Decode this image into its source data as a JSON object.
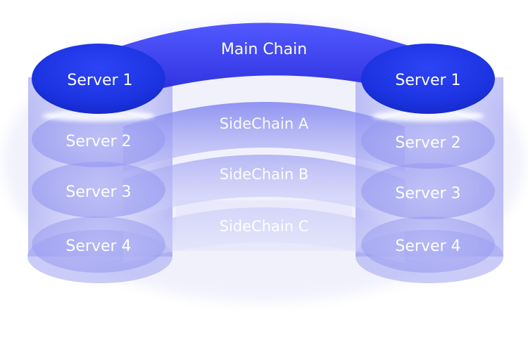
{
  "main_chain": {
    "label": "Main Chain"
  },
  "side_chains": [
    {
      "label": "SideChain A"
    },
    {
      "label": "SideChain B"
    },
    {
      "label": "SideChain C"
    }
  ],
  "servers_left": [
    {
      "label": "Server 1"
    },
    {
      "label": "Server 2"
    },
    {
      "label": "Server 3"
    },
    {
      "label": "Server 4"
    }
  ],
  "servers_right": [
    {
      "label": "Server 1"
    },
    {
      "label": "Server 2"
    },
    {
      "label": "Server 3"
    },
    {
      "label": "Server 4"
    }
  ],
  "colors": {
    "main_chain": "#2a2ff0",
    "server_top": "#1f35e6",
    "side_chain": "#8a8cf0",
    "server_lower": "#9ea0f2",
    "glow": "#ffffff"
  }
}
